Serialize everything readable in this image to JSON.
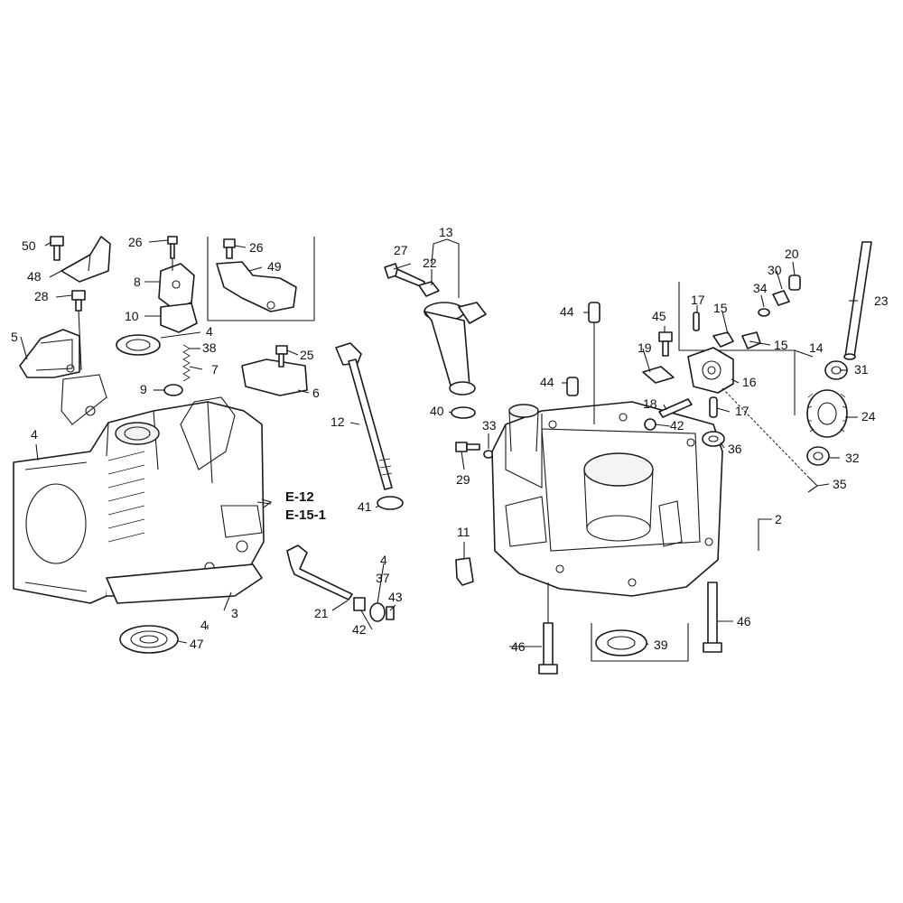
{
  "callouts": {
    "c50": "50",
    "c48": "48",
    "c28": "28",
    "c5": "5",
    "c4a": "4",
    "c26a": "26",
    "c8": "8",
    "c10": "10",
    "c26b": "26",
    "c49": "49",
    "c4b": "4",
    "c38": "38",
    "c7": "7",
    "c9": "9",
    "c25": "25",
    "c6": "6",
    "c27": "27",
    "c13": "13",
    "c22": "22",
    "c12": "12",
    "c40": "40",
    "c41": "41",
    "c3": "3",
    "c4c": "4",
    "c47": "47",
    "c21": "21",
    "c4d": "4",
    "c37": "37",
    "c43": "43",
    "c42a": "42",
    "c11": "11",
    "c33": "33",
    "c29": "29",
    "c44a": "44",
    "c44b": "44",
    "c45": "45",
    "c19": "19",
    "c17a": "17",
    "c15a": "15",
    "c15b": "15",
    "c14": "14",
    "c16": "16",
    "c18": "18",
    "c17b": "17",
    "c42b": "42",
    "c36": "36",
    "c2": "2",
    "c34": "34",
    "c30": "30",
    "c20": "20",
    "c23": "23",
    "c31": "31",
    "c24": "24",
    "c32": "32",
    "c35": "35",
    "c46a": "46",
    "c46b": "46",
    "c39": "39"
  },
  "references": {
    "ref1": "E-12",
    "ref2": "E-15-1"
  }
}
